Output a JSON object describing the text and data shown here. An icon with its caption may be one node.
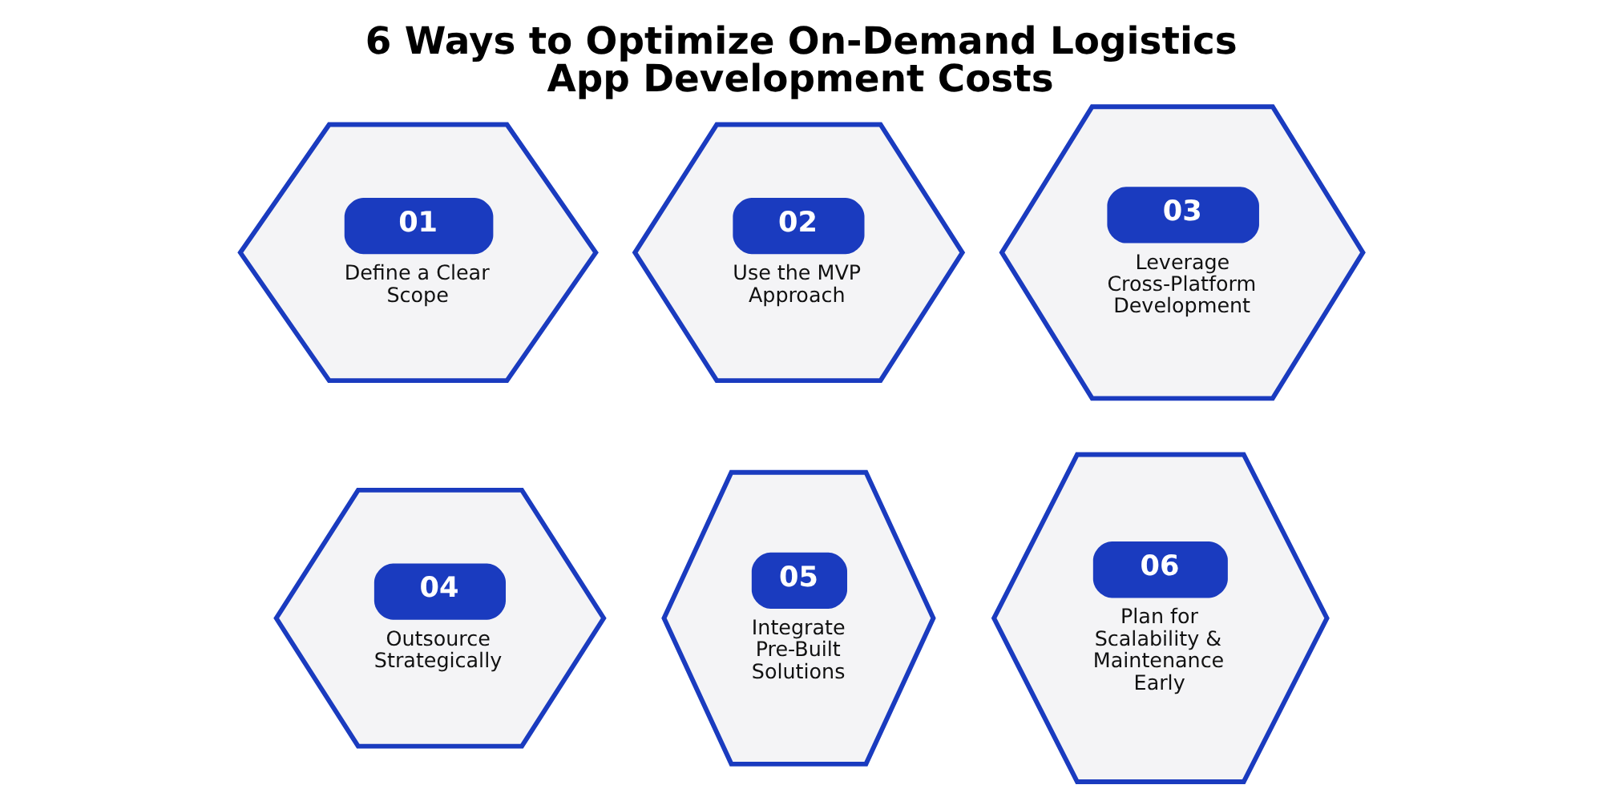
{
  "diagram": {
    "title": "6 Ways to Optimize On-Demand Logistics App Development Costs",
    "nodes": [
      {
        "text": [
          "01",
          "Define a Clear Scope"
        ]
      },
      {
        "text": [
          "02",
          "Use the MVP Approach"
        ]
      },
      {
        "text": [
          "03",
          "Leverage Cross-Platform Development"
        ]
      },
      {
        "text": [
          "04",
          "Outsource Strategically"
        ]
      },
      {
        "text": [
          "05",
          "Integrate Pre-Built Solutions"
        ]
      },
      {
        "text": [
          "06",
          "Plan for Scalability & Maintenance Early"
        ]
      }
    ]
  }
}
